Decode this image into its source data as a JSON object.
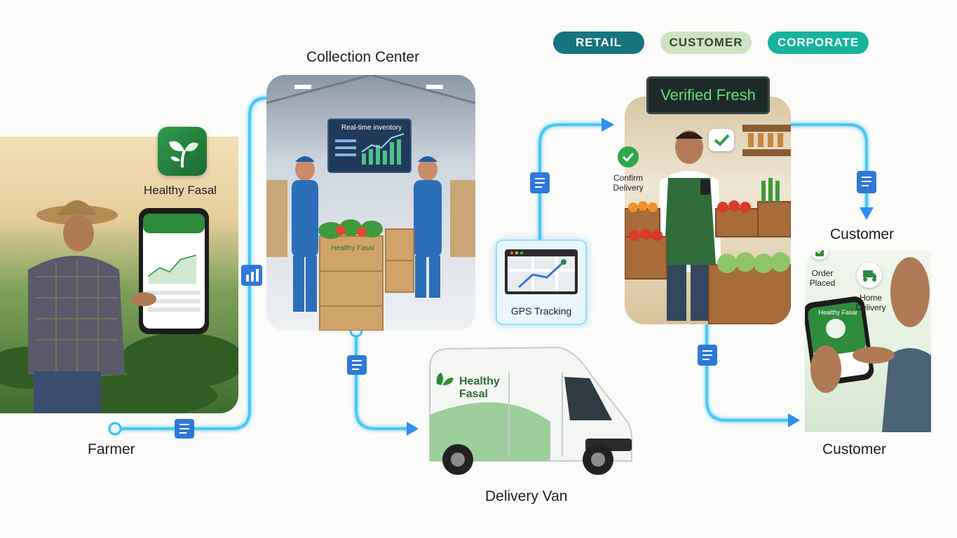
{
  "segments": {
    "retail": "RETAIL",
    "customer": "CUSTOMER",
    "corporate": "CORPORATE"
  },
  "colors": {
    "retail_bg": "#167480",
    "customer_bg": "#cfe3c2",
    "corporate_bg": "#17b39c",
    "flow_line": "#38bdf8",
    "brand_green": "#2e8b3a"
  },
  "app": {
    "name": "Healthy Fasal",
    "icon": "sprout-leaf-icon"
  },
  "farmer": {
    "label": "Farmer",
    "icon": "farmer-with-phone-image"
  },
  "collection_center": {
    "label": "Collection Center",
    "screen_title": "Real-time inventory",
    "box_brand": "Healthy Fasal",
    "icon": "warehouse-workers-image"
  },
  "gps": {
    "label": "GPS Tracking",
    "icon": "map-route-icon"
  },
  "delivery_van": {
    "label": "Delivery Van",
    "van_brand_line1": "Healthy",
    "van_brand_line2": "Fasal",
    "icon": "van-image"
  },
  "store": {
    "sign": "Verified Fresh",
    "confirm_line1": "Confirm",
    "confirm_line2": "Delivery",
    "icon": "vegetable-shop-image"
  },
  "customer_top": {
    "label": "Customer",
    "order_line1": "Order",
    "order_line2": "Placed",
    "home_line1": "Home",
    "home_line2": "Delivery",
    "phone_brand": "Healthy Fasal"
  },
  "customer_bottom": {
    "label": "Customer"
  }
}
